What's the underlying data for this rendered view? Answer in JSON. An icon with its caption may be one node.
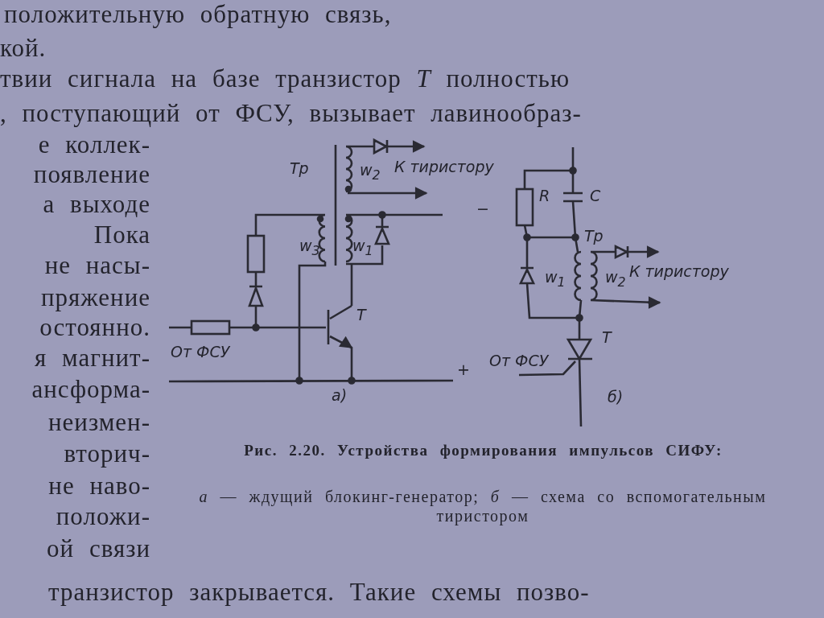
{
  "diagram": {
    "caption": "Рис. 2.20. Устройства формирования импульсов СИФУ:",
    "labels": [
      "положительную обратную связь,",
      "кой.",
      "твии сигнала на базе транзистор *T* полностью",
      ", поступающий от ФСУ, вызывает лавинообраз-",
      "е коллек-",
      "появление",
      "а выходе",
      "Пока",
      "не насы-",
      "пряжение",
      "остоянно.",
      "я магнит-",
      "ансформа-",
      "неизмен-",
      "вторич-",
      "не наво-",
      "положи-",
      "ой связи",
      "Тр",
      "w$_{2}$",
      "К тиристору",
      "−",
      "w$_{3}$",
      "w$_{1}$",
      "T",
      "От ФСУ",
      "+",
      "а)",
      "R",
      "C",
      "Тр",
      "w$_{1}$",
      "w$_{2}$",
      "К тиристору",
      "T",
      "От ФСУ",
      "б)",
      "*а* — ждущий блокинг-генератор; *б* — схема со вспомогательным тиристором",
      "транзистор закрывается. Такие схемы позво-"
    ]
  }
}
